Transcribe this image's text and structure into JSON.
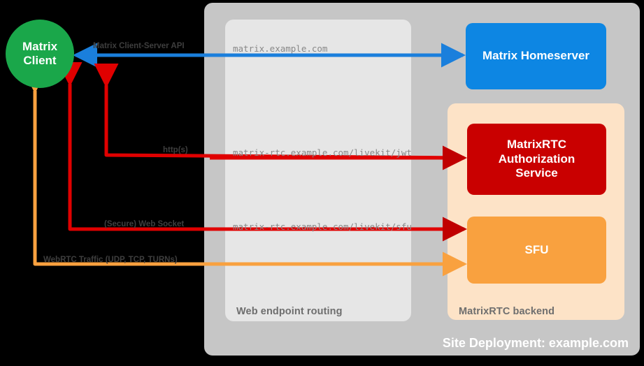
{
  "diagram": {
    "title": "Site Deployment: example.com",
    "background": "#000000"
  },
  "nodes": {
    "client": {
      "line1": "Matrix",
      "line2": "Client",
      "color": "#1aa74a"
    },
    "homeserver": {
      "label": "Matrix Homeserver",
      "color": "#0d86e3"
    },
    "auth_service": {
      "line1": "MatrixRTC",
      "line2": "Authorization",
      "line3": "Service",
      "color": "#c90000"
    },
    "sfu": {
      "label": "SFU",
      "color": "#f9a13f"
    }
  },
  "panels": {
    "site": {
      "caption": "Site Deployment: example.com",
      "color": "#c6c6c6"
    },
    "routing": {
      "caption": "Web endpoint routing",
      "color": "#e6e6e6"
    },
    "backend": {
      "caption": "MatrixRTC backend",
      "color": "#fde3c7"
    }
  },
  "flows": [
    {
      "protocol_label": "Matrix Client-Server API",
      "endpoint": "matrix.example.com",
      "color": "#1a7fdc",
      "direction": "bidirectional",
      "target": "Matrix Homeserver"
    },
    {
      "protocol_label": "http(s)",
      "endpoint": "matrix-rtc.example.com/livekit/jwt",
      "color": "#e00000",
      "direction": "bidirectional",
      "target": "MatrixRTC Authorization Service"
    },
    {
      "protocol_label": "(Secure) Web Socket",
      "endpoint": "matrix-rtc.example.com/livekit/sfu",
      "color": "#e00000",
      "direction": "bidirectional",
      "target": "SFU"
    },
    {
      "protocol_label": "WebRTC Traffic (UDP, TCP, TURNs)",
      "endpoint": "",
      "color": "#f9a13f",
      "direction": "bidirectional",
      "target": "SFU"
    }
  ]
}
